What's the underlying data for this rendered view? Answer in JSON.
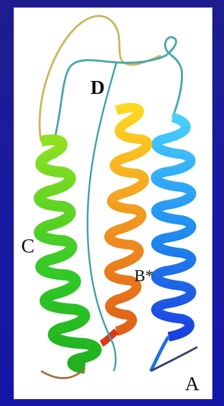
{
  "labels": {
    "helix_a": "A",
    "helix_b": "B*",
    "helix_c": "C",
    "helix_d": "D"
  },
  "colors": {
    "background": "#1a1aa0",
    "panel": "#ffffff",
    "helix_a": "#2070f0",
    "helix_b": "#f08020",
    "helix_c": "#40d020",
    "helix_d": "#f0c020",
    "loop_top": "#c8b860",
    "loop_teal": "#40a0a0"
  }
}
